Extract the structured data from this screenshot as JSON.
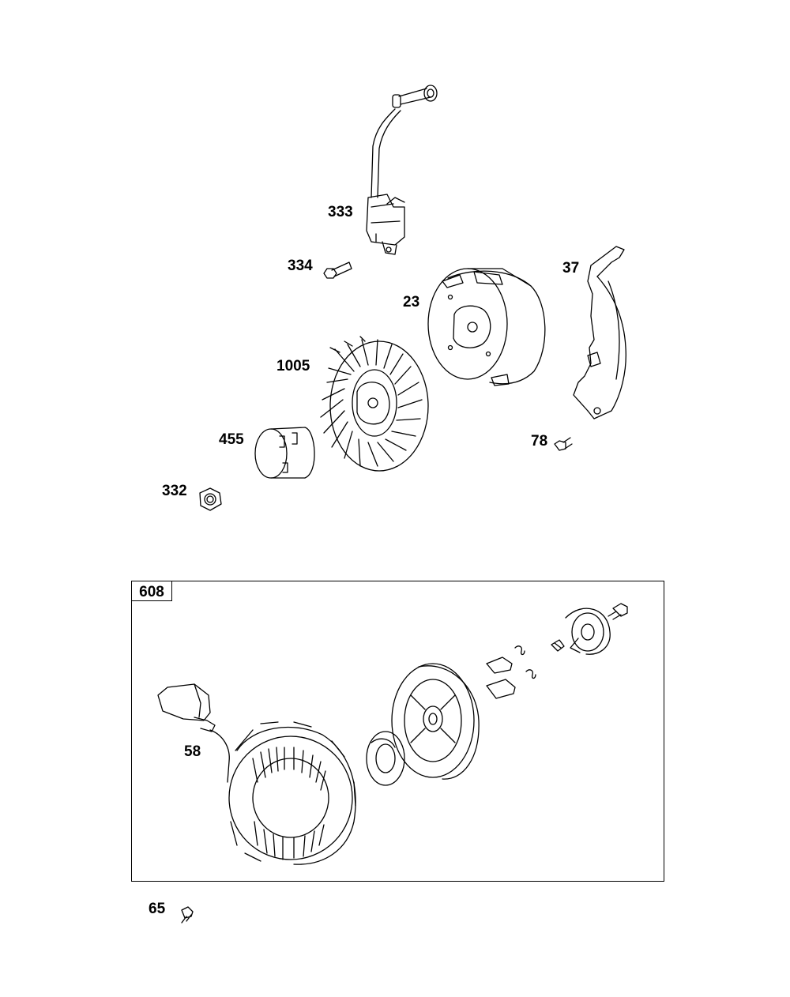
{
  "diagram": {
    "callouts": {
      "p333": "333",
      "p334": "334",
      "p37": "37",
      "p23": "23",
      "p1005": "1005",
      "p455": "455",
      "p78": "78",
      "p332": "332",
      "p58": "58",
      "p65": "65"
    },
    "kit": {
      "label": "608"
    }
  }
}
